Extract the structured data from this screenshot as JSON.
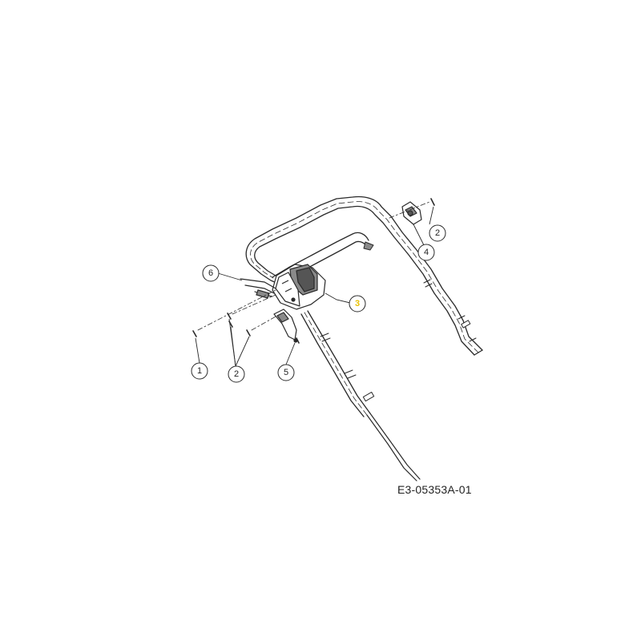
{
  "drawing_number": "E3-05353A-01",
  "colors": {
    "line": "#2a2a2a",
    "highlight": "#e8c000",
    "fill_dark": "#555555",
    "fill_mid": "#8a8a8a"
  },
  "callouts": [
    {
      "id": "callout-1",
      "label": "1"
    },
    {
      "id": "callout-2-left",
      "label": "2"
    },
    {
      "id": "callout-2-right",
      "label": "2"
    },
    {
      "id": "callout-3",
      "label": "3",
      "highlighted": true
    },
    {
      "id": "callout-4",
      "label": "4"
    },
    {
      "id": "callout-5",
      "label": "5"
    },
    {
      "id": "callout-6",
      "label": "6"
    }
  ]
}
